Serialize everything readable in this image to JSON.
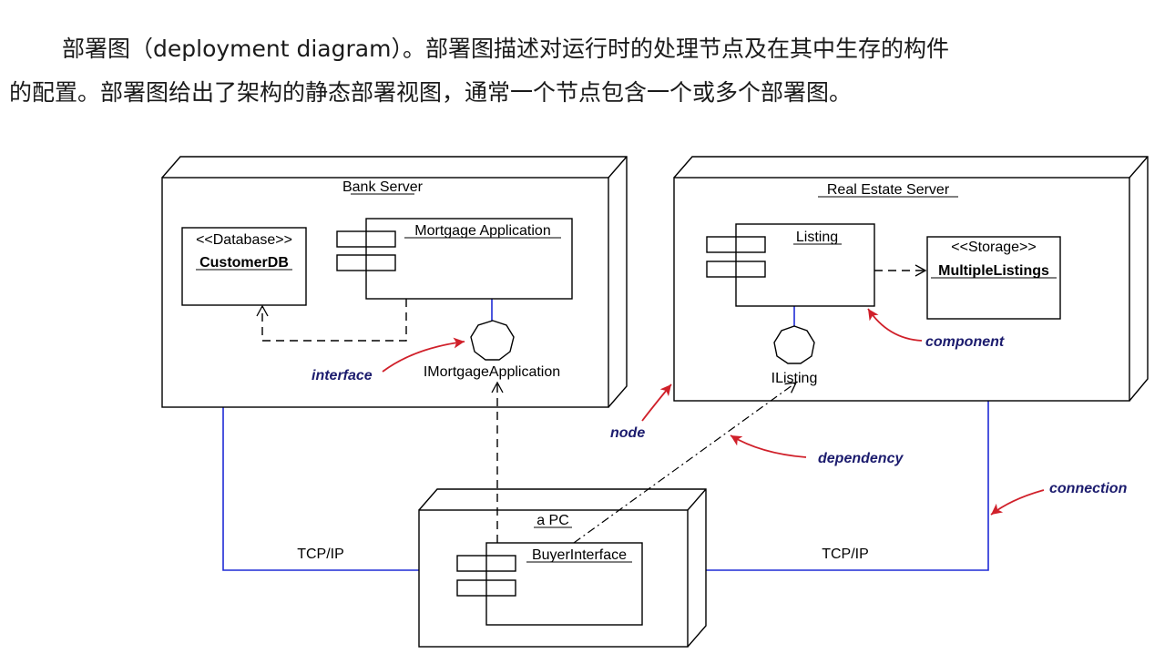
{
  "intro": {
    "line1": "部署图（deployment diagram）。部署图描述对运行时的处理节点及在其中生存的构件",
    "line2": "的配置。部署图给出了架构的静态部署视图，通常一个节点包含一个或多个部署图。"
  },
  "diagram": {
    "nodes": {
      "bank_server": "Bank Server",
      "real_estate_server": "Real Estate Server",
      "pc": "a PC"
    },
    "artifacts": {
      "customer_db_stereotype": "<<Database>>",
      "customer_db_name": "CustomerDB",
      "storage_stereotype": "<<Storage>>",
      "storage_name": "MultipleListings"
    },
    "components": {
      "mortgage_app": "Mortgage Application",
      "listing": "Listing",
      "buyer_interface": "BuyerInterface"
    },
    "interfaces": {
      "imortgage": "IMortgageApplication",
      "ilisting": "IListing"
    },
    "connections": {
      "left": "TCP/IP",
      "right": "TCP/IP"
    },
    "annotations": {
      "interface": "interface",
      "component": "component",
      "node": "node",
      "dependency": "dependency",
      "connection": "connection"
    },
    "colors": {
      "connection_line": "#1f2bd6",
      "annotation_arrow": "#d0202a",
      "annotation_text": "#1c1c6e"
    }
  }
}
